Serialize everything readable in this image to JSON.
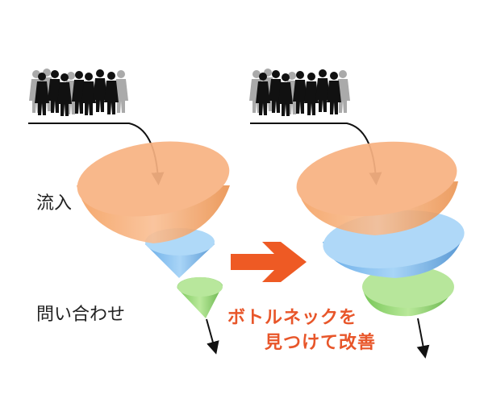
{
  "labels": {
    "inflow": "流入",
    "inquiry": "問い合わせ"
  },
  "caption": {
    "line1": "ボトルネックを",
    "line2": "見つけて改善"
  },
  "colors": {
    "orange": "#f7a66c",
    "blue": "#7ebdf0",
    "green": "#8fd46a",
    "accent": "#ee5a24"
  },
  "icons": [
    "crowd-icon",
    "arrow-right-icon",
    "funnel-icon"
  ]
}
